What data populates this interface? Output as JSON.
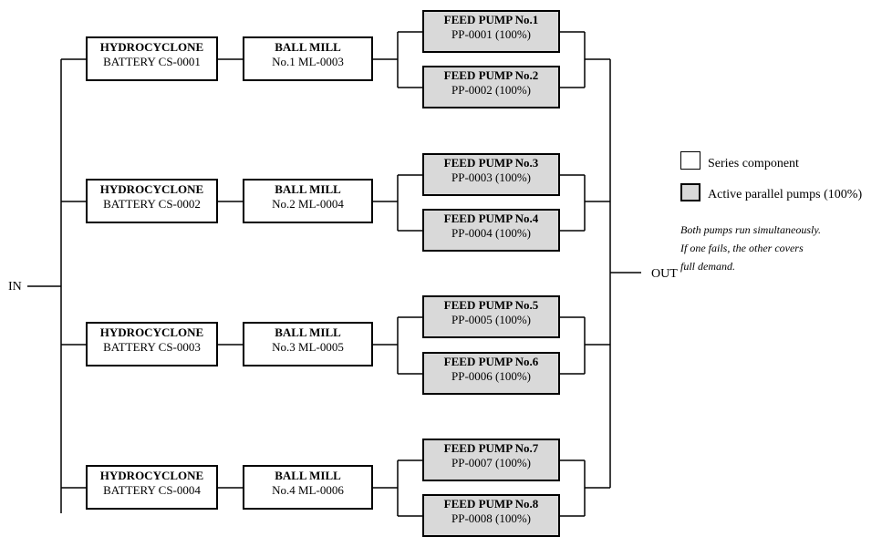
{
  "io": {
    "in_label": "IN",
    "out_label": "OUT"
  },
  "trains": [
    {
      "hydrocyclone": {
        "title": "HYDROCYCLONE",
        "tag": "BATTERY CS-0001"
      },
      "mill": {
        "title": "BALL MILL",
        "tag": "No.1 ML-0003"
      },
      "pumps": [
        {
          "title": "FEED PUMP No.1",
          "tag": "PP-0001 (100%)"
        },
        {
          "title": "FEED PUMP No.2",
          "tag": "PP-0002 (100%)"
        }
      ]
    },
    {
      "hydrocyclone": {
        "title": "HYDROCYCLONE",
        "tag": "BATTERY CS-0002"
      },
      "mill": {
        "title": "BALL MILL",
        "tag": "No.2 ML-0004"
      },
      "pumps": [
        {
          "title": "FEED PUMP No.3",
          "tag": "PP-0003 (100%)"
        },
        {
          "title": "FEED PUMP No.4",
          "tag": "PP-0004 (100%)"
        }
      ]
    },
    {
      "hydrocyclone": {
        "title": "HYDROCYCLONE",
        "tag": "BATTERY CS-0003"
      },
      "mill": {
        "title": "BALL MILL",
        "tag": "No.3 ML-0005"
      },
      "pumps": [
        {
          "title": "FEED PUMP No.5",
          "tag": "PP-0005 (100%)"
        },
        {
          "title": "FEED PUMP No.6",
          "tag": "PP-0006 (100%)"
        }
      ]
    },
    {
      "hydrocyclone": {
        "title": "HYDROCYCLONE",
        "tag": "BATTERY CS-0004"
      },
      "mill": {
        "title": "BALL MILL",
        "tag": "No.4 ML-0006"
      },
      "pumps": [
        {
          "title": "FEED PUMP No.7",
          "tag": "PP-0007 (100%)"
        },
        {
          "title": "FEED PUMP No.8",
          "tag": "PP-0008 (100%)"
        }
      ]
    }
  ],
  "legend": {
    "series_label": "Series component",
    "active_label": "Active parallel pumps (100%)",
    "note_lines": [
      "Both pumps run simultaneously.",
      "If one fails, the other covers",
      "full demand."
    ]
  },
  "colors": {
    "series_fill": "#ffffff",
    "active_fill": "#d9d9d9",
    "line": "#000000"
  }
}
